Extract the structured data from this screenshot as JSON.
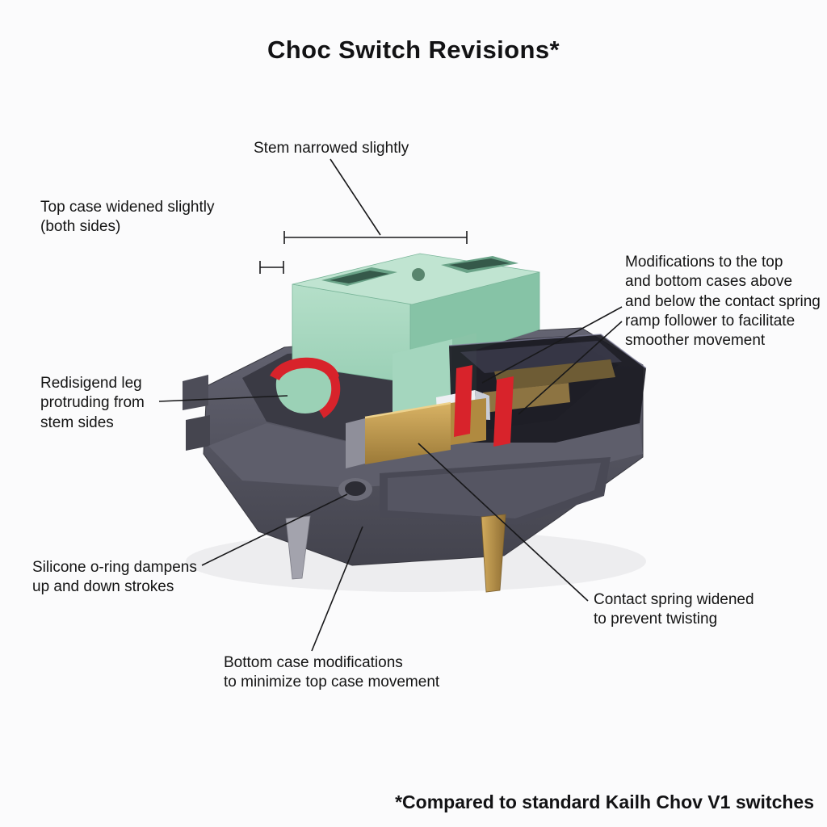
{
  "title": "Choc Switch Revisions*",
  "footnote": "*Compared to standard Kailh Chov V1 switches",
  "annotations": {
    "stem_narrowed": "Stem narrowed slightly",
    "top_case_widened": "Top case widened slightly\n(both sides)",
    "contact_spring_ramp": "Modifications to the top\nand bottom cases above\nand below the contact spring\nramp follower to facilitate\nsmoother movement",
    "redesigned_leg": "Redisigend leg\nprotruding from\nstem sides",
    "silicone_oring": "Silicone o-ring dampens\nup and down strokes",
    "contact_spring_widened": "Contact spring widened\nto prevent twisting",
    "bottom_case_mods": "Bottom case modifications\nto minimize top case movement"
  },
  "colors": {
    "stem_mint": "#a9d9c2",
    "highlight_red": "#d8232b",
    "contact_gold": "#c29b4e",
    "case_gray": "#52525e",
    "text": "#141414",
    "background": "#fbfbfc"
  }
}
